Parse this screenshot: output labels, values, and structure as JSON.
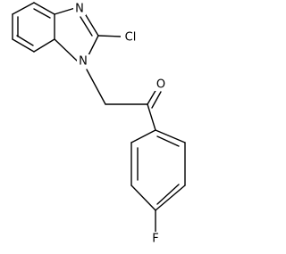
{
  "structure": {
    "atoms": {
      "imidazole_n": "N",
      "n1": "N",
      "cl": "Cl",
      "carbonyl_o": "O",
      "f": "F"
    }
  }
}
